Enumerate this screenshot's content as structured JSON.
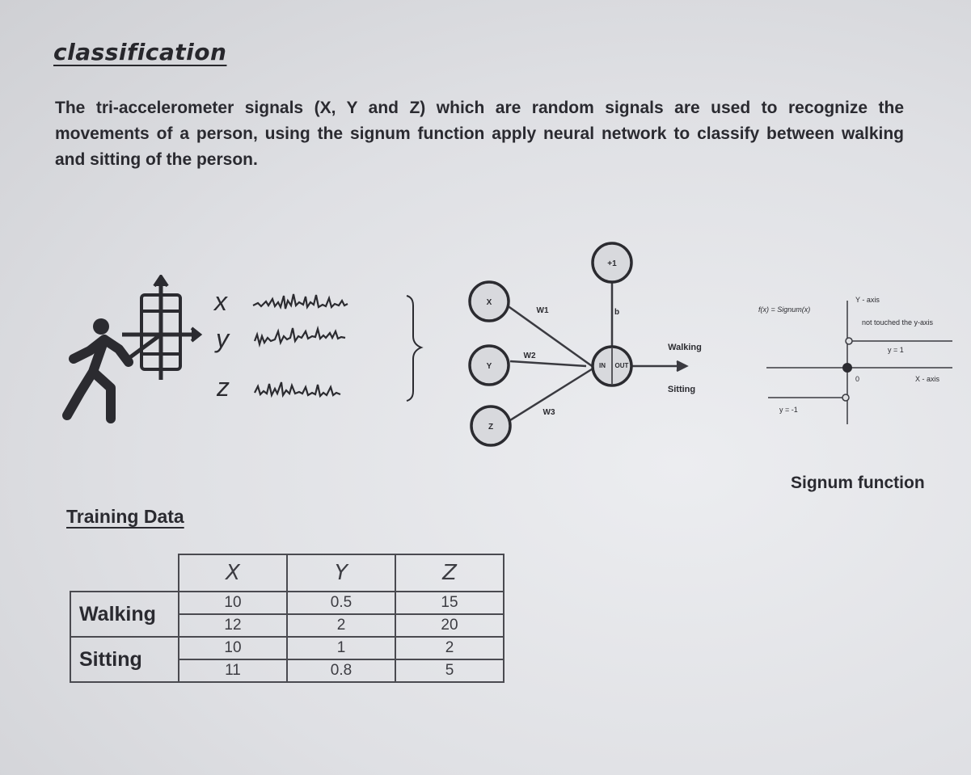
{
  "title": "classification",
  "paragraph": "The tri-accelerometer signals (X, Y and Z) which are random signals are used to recognize the movements of a person, using the signum function apply neural network to classify between walking and sitting of the person.",
  "figure_signals": {
    "x_label": "x",
    "y_label": "y",
    "z_label": "z"
  },
  "network": {
    "inputs": [
      "X",
      "Y",
      "Z"
    ],
    "bias_node": "+1",
    "bias_label": "b",
    "weights": [
      "W1",
      "W2",
      "W3"
    ],
    "in_label": "IN",
    "out_label": "OUT",
    "output_walking": "Walking",
    "output_sitting": "Sitting"
  },
  "signum": {
    "formula": "f(x) = Signum(x)",
    "y_axis": "Y - axis",
    "note": "not touched the y-axis",
    "y_pos": "y = 1",
    "y_neg": "y = -1",
    "zero": "0",
    "x_axis": "X - axis",
    "caption": "Signum function"
  },
  "training": {
    "title": "Training Data",
    "headers": [
      "X",
      "Y",
      "Z"
    ],
    "walking_label": "Walking",
    "sitting_label": "Sitting",
    "rows": [
      [
        "10",
        "0.5",
        "15"
      ],
      [
        "12",
        "2",
        "20"
      ],
      [
        "10",
        "1",
        "2"
      ],
      [
        "11",
        "0.8",
        "5"
      ]
    ]
  }
}
